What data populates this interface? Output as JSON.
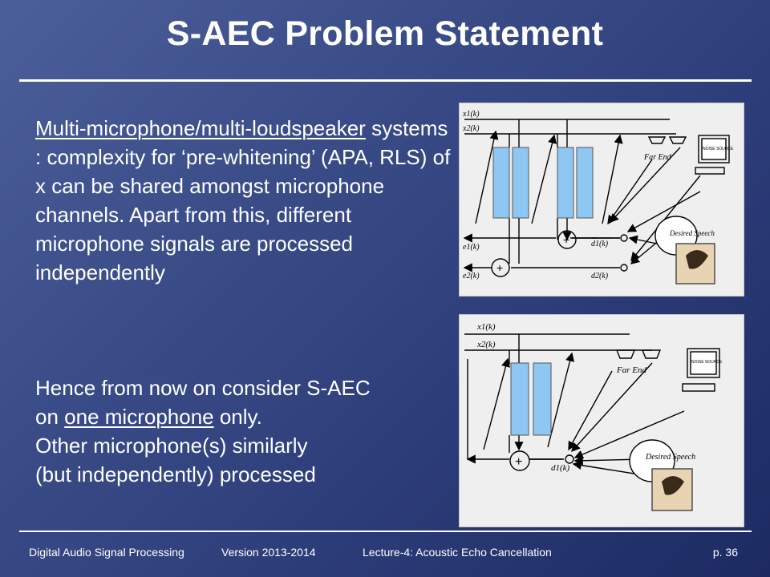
{
  "slide": {
    "title": "S-AEC Problem Statement",
    "para1": {
      "underlined": "Multi-microphone/multi-loudspeaker",
      "rest": " systems : complexity for ‘pre-whitening’ (APA, RLS) of x can be shared amongst microphone channels. Apart from this, different microphone signals are processed independently"
    },
    "para2": {
      "line1": "Hence from now on consider S-AEC",
      "line2_pre": "on ",
      "line2_u": "one microphone",
      "line2_post": " only.",
      "line3": "Other microphone(s) similarly",
      "line4": "(but independently) processed"
    }
  },
  "figure1": {
    "x1": "x1(k)",
    "x2": "x2(k)",
    "far_end": "Far End",
    "noise_source": "NOISE SOURCE",
    "desired_speech": "Desired Speech",
    "e1": "e1(k)",
    "e2": "e2(k)",
    "d1": "d1(k)",
    "d2": "d2(k)"
  },
  "figure2": {
    "x1": "x1(k)",
    "x2": "x2(k)",
    "far_end": "Far End",
    "noise_source": "NOISE SOURCE",
    "desired_speech": "Desired Speech",
    "d1": "d1(k)"
  },
  "footer": {
    "course": "Digital Audio Signal Processing",
    "version": "Version 2013-2014",
    "lecture": "Lecture-4: Acoustic Echo Cancellation",
    "page": "p. 36"
  },
  "colors": {
    "background_top": "#4b5f9a",
    "background_bottom": "#1d2a62",
    "filter_block": "#8ec8f2",
    "diagram_bg": "#efefef"
  }
}
